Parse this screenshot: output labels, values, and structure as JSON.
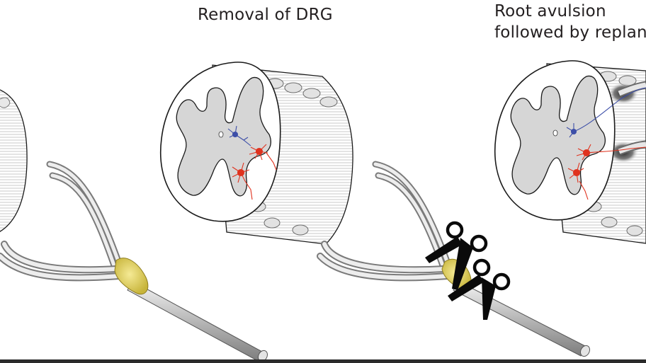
{
  "captions": {
    "removal_drg": "Removal of DRG",
    "avulsion_line1": "Root avulsion",
    "avulsion_line2": "followed by replan"
  },
  "colors": {
    "outline": "#1a1a1a",
    "grey_matter": "#d6d6d6",
    "motor_neuron": "#e0321e",
    "sensory_neuron": "#3d4fa8",
    "drg": "#e6d35a",
    "root": "#bdbdbd",
    "scissors": "#0a0a0a"
  },
  "icons": [
    "spinal-cord-segment",
    "grey-matter",
    "motor-neuron",
    "sensory-neuron",
    "dorsal-root-ganglion",
    "nerve-root",
    "scissors-icon"
  ]
}
